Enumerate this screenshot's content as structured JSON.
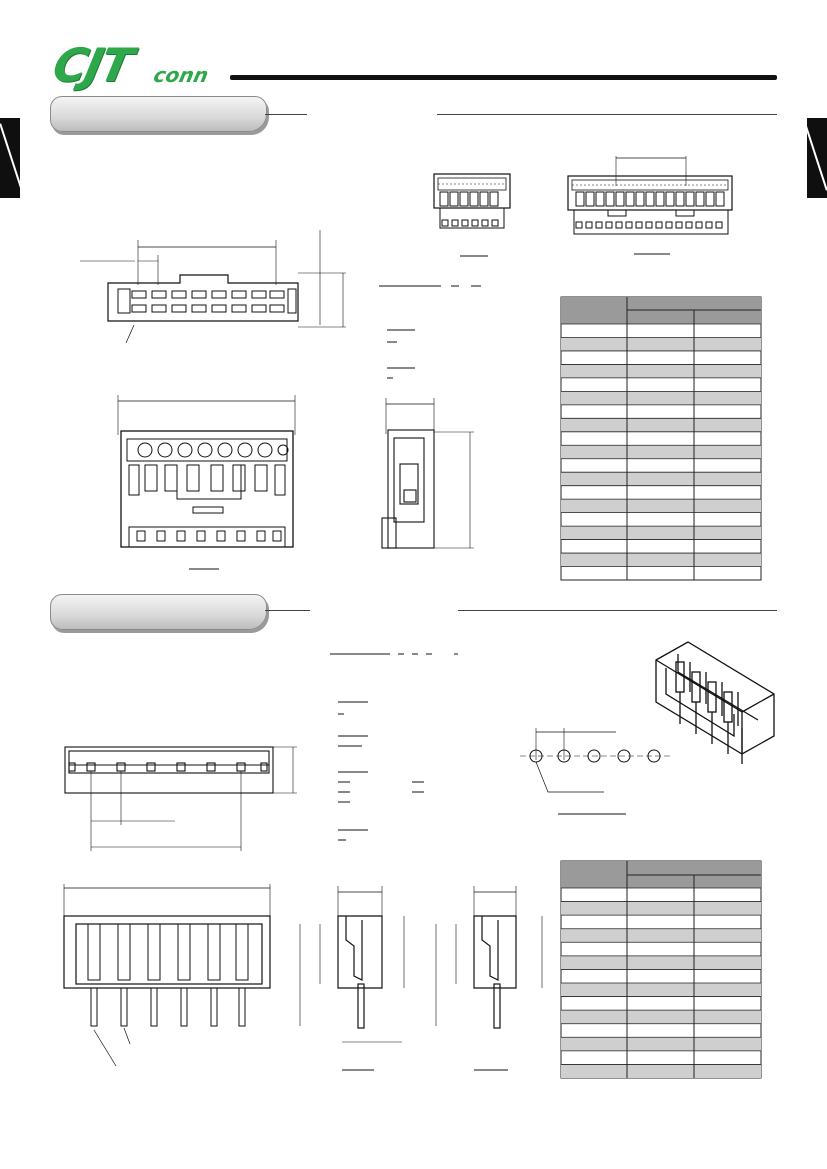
{
  "brand": {
    "logo_main": "CJT",
    "logo_sub": "conn",
    "logo_color": "#2ea84a"
  },
  "colors": {
    "ink": "#111111",
    "table_header": "#9a9a9a",
    "table_stripe": "#cfcfcf",
    "table_rule": "#222222"
  },
  "icons": [
    "side-index-tab",
    "section-header-pill",
    "connector-drawing"
  ],
  "section_1": {
    "housing_table_rows": 19
  },
  "section_2": {
    "wafer_table_rows": 14
  }
}
